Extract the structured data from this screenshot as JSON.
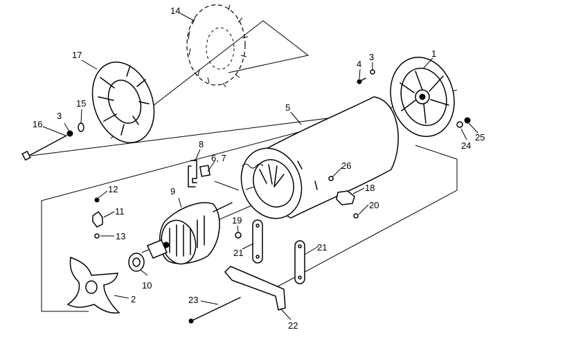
{
  "callouts": {
    "c1": "1",
    "c2": "2",
    "c3a": "3",
    "c3b": "3",
    "c4": "4",
    "c5": "5",
    "c67": "6, 7",
    "c8": "8",
    "c9": "9",
    "c10": "10",
    "c11": "11",
    "c12": "12",
    "c13": "13",
    "c14": "14",
    "c15": "15",
    "c16": "16",
    "c17": "17",
    "c18": "18",
    "c19": "19",
    "c20": "20",
    "c21a": "21",
    "c21b": "21",
    "c22": "22",
    "c23": "23",
    "c24": "24",
    "c25": "25",
    "c26": "26"
  }
}
